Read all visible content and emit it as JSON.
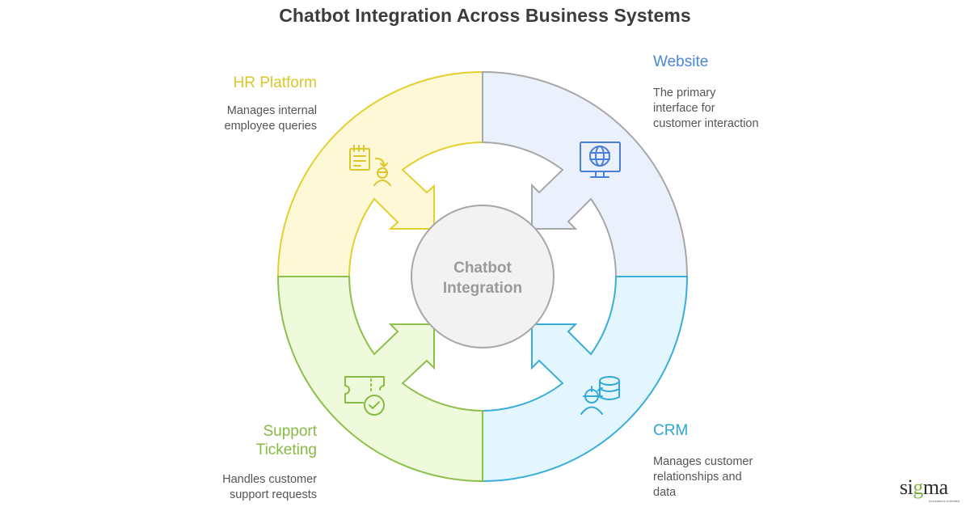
{
  "title": "Chatbot Integration Across Business Systems",
  "center": {
    "line1": "Chatbot",
    "line2": "Integration"
  },
  "segments": [
    {
      "key": "hr",
      "title": "HR Platform",
      "desc_lines": [
        "Manages internal",
        "employee queries"
      ],
      "icon": "hr-icon",
      "stroke": "#e3cf2f",
      "fill": "#fdf8d6",
      "text_color": "#dcc72a"
    },
    {
      "key": "website",
      "title": "Website",
      "desc_lines": [
        "The primary",
        "interface for",
        "customer interaction"
      ],
      "icon": "monitor-globe-icon",
      "stroke": "#a7a7a7",
      "fill": "#eaf1fd",
      "text_color": "#4a86d8"
    },
    {
      "key": "crm",
      "title": "CRM",
      "desc_lines": [
        "Manages customer",
        "relationships and",
        "data"
      ],
      "icon": "worker-database-icon",
      "stroke": "#39addb",
      "fill": "#e4f6fd",
      "text_color": "#2aa7d6"
    },
    {
      "key": "support",
      "title_lines": [
        "Support",
        "Ticketing"
      ],
      "desc_lines": [
        "Handles customer",
        "support requests"
      ],
      "icon": "ticket-check-icon",
      "stroke": "#8cc04b",
      "fill": "#eefadb",
      "text_color": "#86bb44"
    }
  ],
  "center_style": {
    "fill": "#f2f2f2",
    "stroke": "#a7a7a7",
    "text_color": "#9a9a9a"
  },
  "icon_colors": {
    "hr": "#dcc72a",
    "website": "#4a7fd6",
    "crm": "#34a8d8",
    "support": "#86bb44"
  },
  "logo": {
    "text_pre": "si",
    "text_g": "g",
    "text_post": "ma",
    "tagline": "Innovations Unlimited"
  }
}
